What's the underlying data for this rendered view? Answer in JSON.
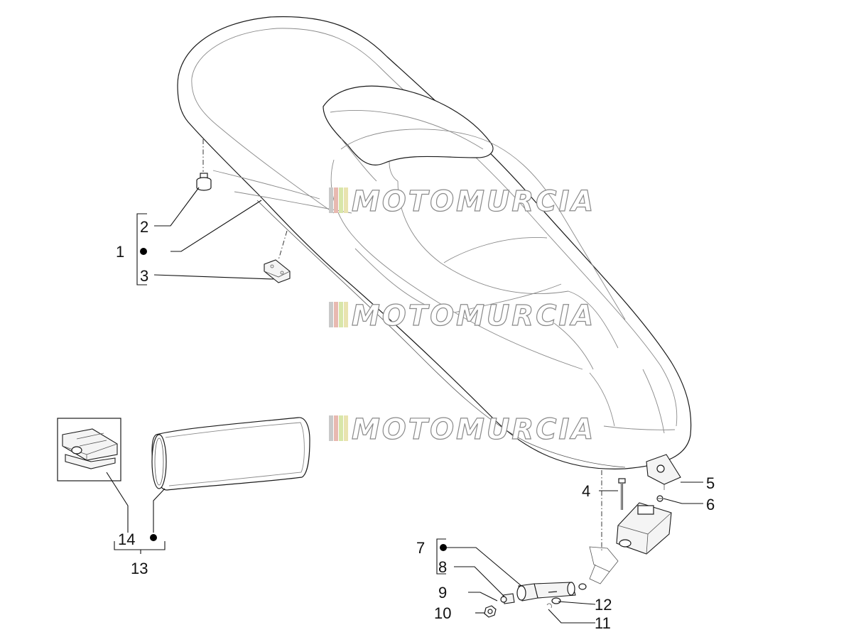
{
  "watermark": {
    "text": "MOTOMURCIA",
    "stripe_colors": [
      "#c9c9c9",
      "#e8b9b0",
      "#d8e6a9",
      "#e9e3b0"
    ]
  },
  "callouts": {
    "c1": "1",
    "c2": "2",
    "c3": "3",
    "c4": "4",
    "c5": "5",
    "c6": "6",
    "c7": "7",
    "c8": "8",
    "c9": "9",
    "c10": "10",
    "c11": "11",
    "c12": "12",
    "c13": "13",
    "c14": "14"
  }
}
